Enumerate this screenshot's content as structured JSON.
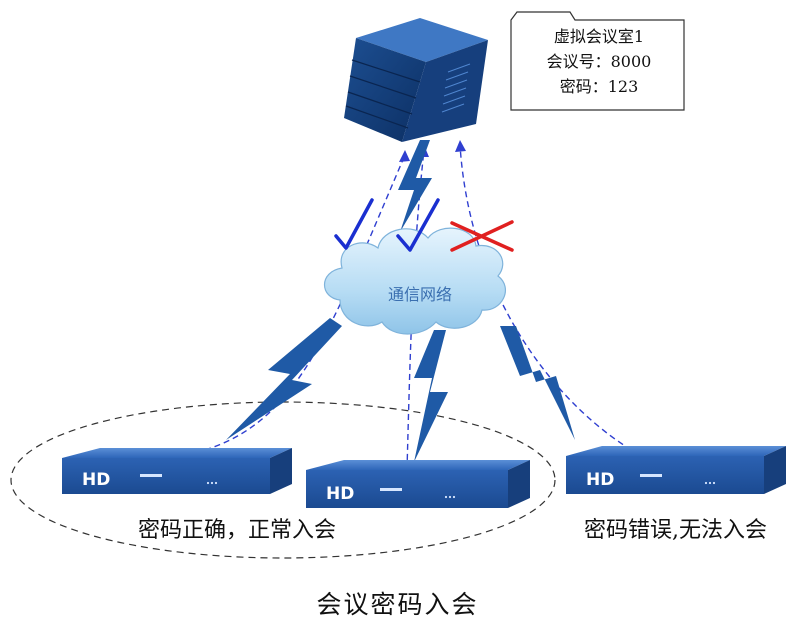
{
  "server": {
    "note_line1": "虚拟会议室1",
    "note_line2": "会议号：8000",
    "note_line3": "密码：123"
  },
  "cloud": {
    "label": "通信网络"
  },
  "device": {
    "hd_label": "HD"
  },
  "labels": {
    "left_group": "密码正确，正常入会",
    "right_group": "密码错误,无法入会"
  },
  "caption": "会议密码入会",
  "colors": {
    "device_blue": "#2a5fae",
    "bolt_blue": "#1f5aa6",
    "check_blue": "#1a2fd0",
    "cross_red": "#e02020",
    "dashed_link": "#2f3fd0",
    "cloud_fill": "#a9d3f0"
  },
  "icons": {
    "server": "server-tower-icon",
    "check": "checkmark-icon",
    "cross": "cross-icon",
    "bolt": "lightning-bolt-icon"
  }
}
